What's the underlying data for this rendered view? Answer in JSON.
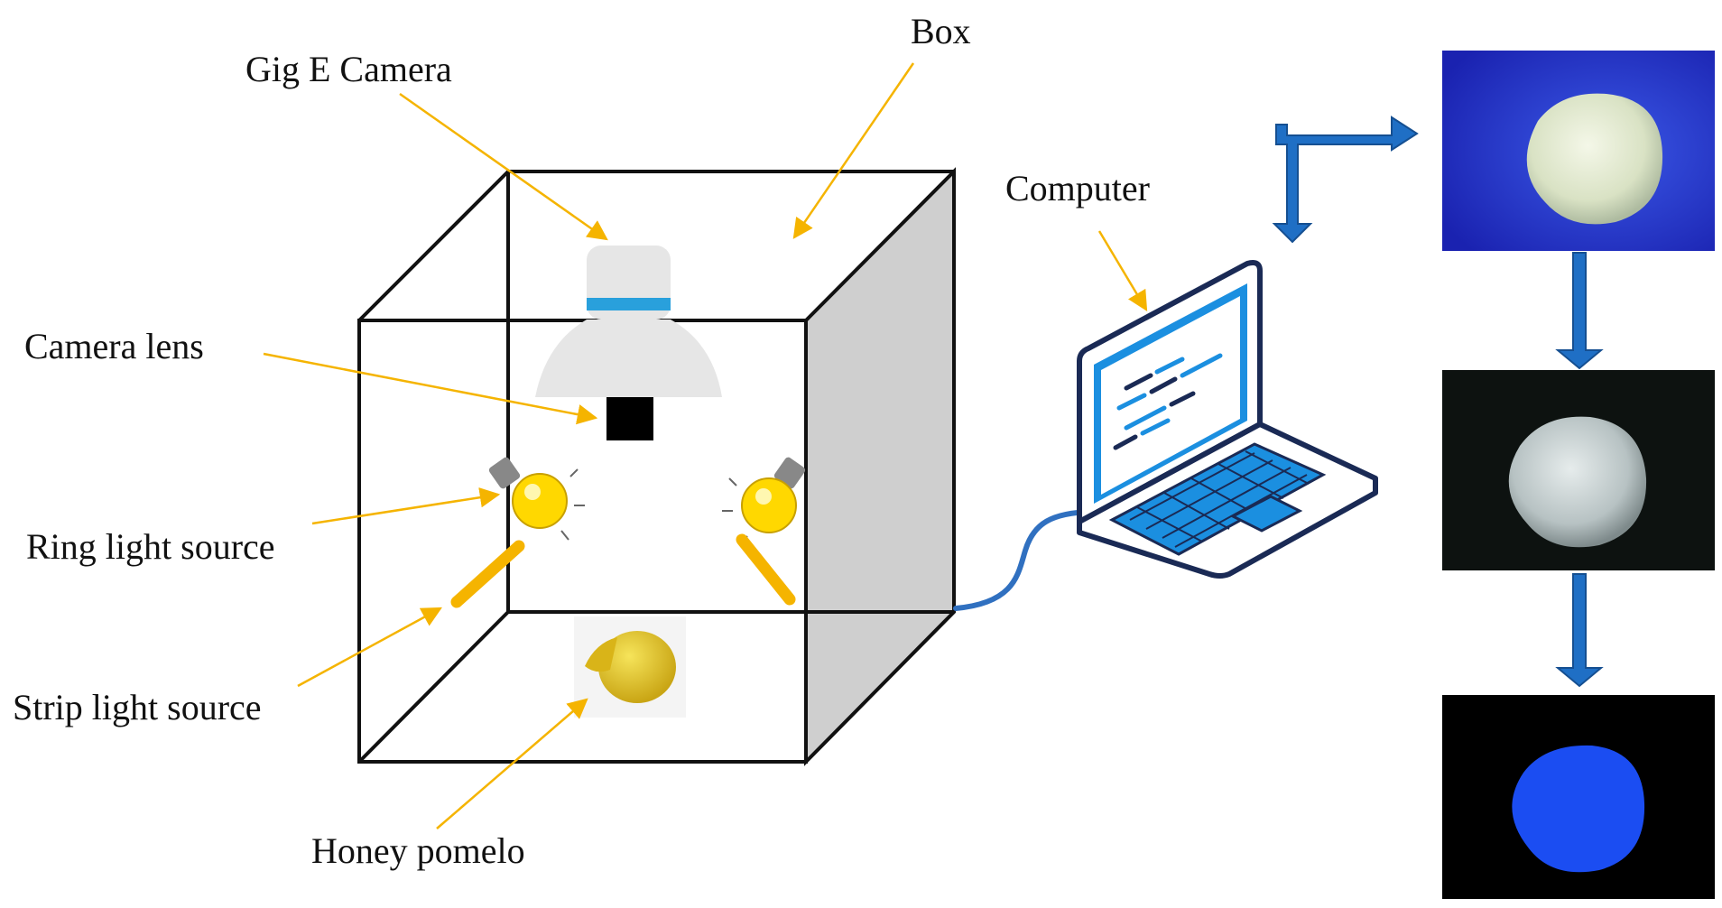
{
  "labels": {
    "box": "Box",
    "camera": "Gig E Camera",
    "lens": "Camera lens",
    "ring": "Ring light source",
    "strip": "Strip light source",
    "fruit": "Honey pomelo",
    "computer": "Computer"
  },
  "colors": {
    "arrow_yellow": "#f5b400",
    "flow_arrow": "#1f6fc5",
    "cable": "#3070c0",
    "box_side": "#cfcfcf",
    "camera_body": "#e6e6e6",
    "camera_band": "#29a0dc",
    "bulb": "#ffd800",
    "strip": "#f5b400",
    "pomelo": "#e8c828",
    "laptop_outline": "#1a2a55",
    "laptop_screen": "#1b8fe0",
    "raw_bg": "#1d28c8",
    "gray_bg": "#0d1210",
    "mask_bg": "#000000",
    "mask_fruit": "#1b4df2"
  },
  "icons": [
    "camera-icon",
    "lens-icon",
    "bulb-icon",
    "strip-light-icon",
    "pomelo-icon",
    "laptop-icon"
  ],
  "images": [
    "raw-image",
    "grayscale-image",
    "segmented-image"
  ]
}
